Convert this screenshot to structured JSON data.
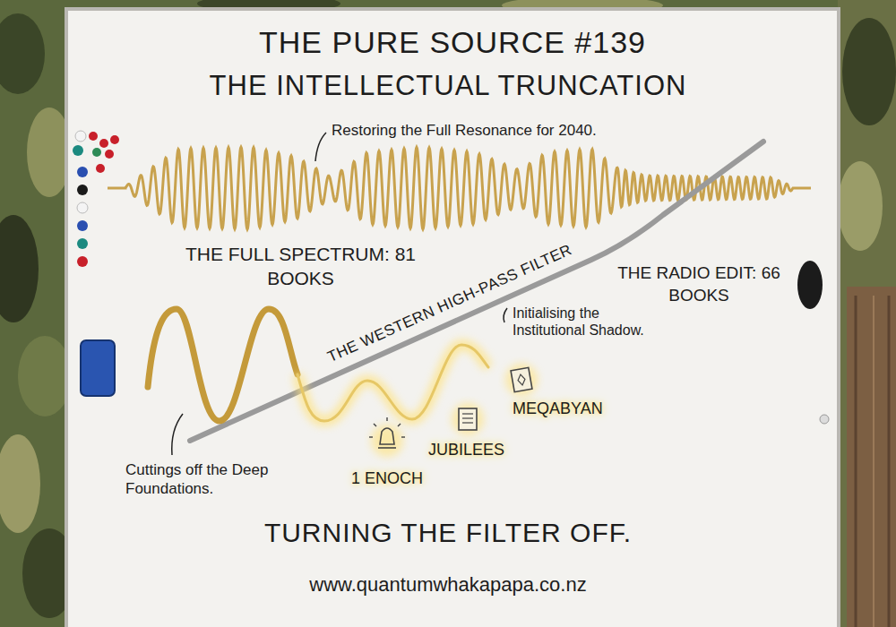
{
  "diagram": {
    "title": "THE PURE SOURCE #139",
    "caption": "TURNING THE FILTER OFF.",
    "labels": [
      "THE INTELLECTUAL TRUNCATION",
      "Restoring the Full Resonance for 2040.",
      "THE FULL SPECTRUM: 81 BOOKS",
      "THE WESTERN HIGH-PASS FILTER",
      "THE RADIO EDIT: 66 BOOKS",
      "Initialising the Institutional Shadow.",
      "MEQABYAN",
      "JUBILEES",
      "1 ENOCH",
      "Cuttings off the Deep Foundations.",
      "www.quantumwhakapapa.co.nz"
    ]
  }
}
